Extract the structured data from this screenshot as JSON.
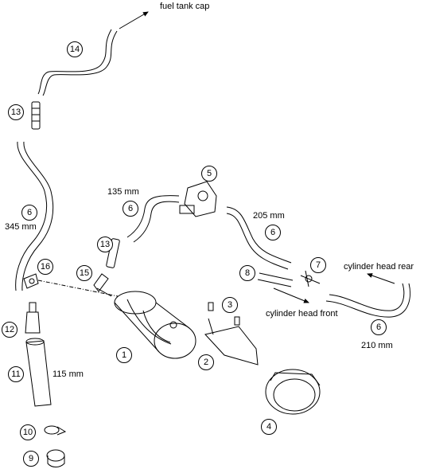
{
  "annotations": {
    "fuel_tank_cap": "fuel tank cap",
    "cylinder_head_rear": "cylinder head rear",
    "cylinder_head_front": "cylinder head front"
  },
  "lengths": {
    "hose_135": "135 mm",
    "hose_205": "205 mm",
    "hose_345": "345 mm",
    "hose_210": "210 mm",
    "hose_115": "115 mm"
  },
  "callouts": {
    "c1": "1",
    "c2": "2",
    "c3": "3",
    "c4": "4",
    "c5": "5",
    "c6a": "6",
    "c6b": "6",
    "c6c": "6",
    "c6d": "6",
    "c7": "7",
    "c8": "8",
    "c9": "9",
    "c10": "10",
    "c11": "11",
    "c12": "12",
    "c13a": "13",
    "c13b": "13",
    "c14": "14",
    "c15": "15",
    "c16": "16"
  }
}
